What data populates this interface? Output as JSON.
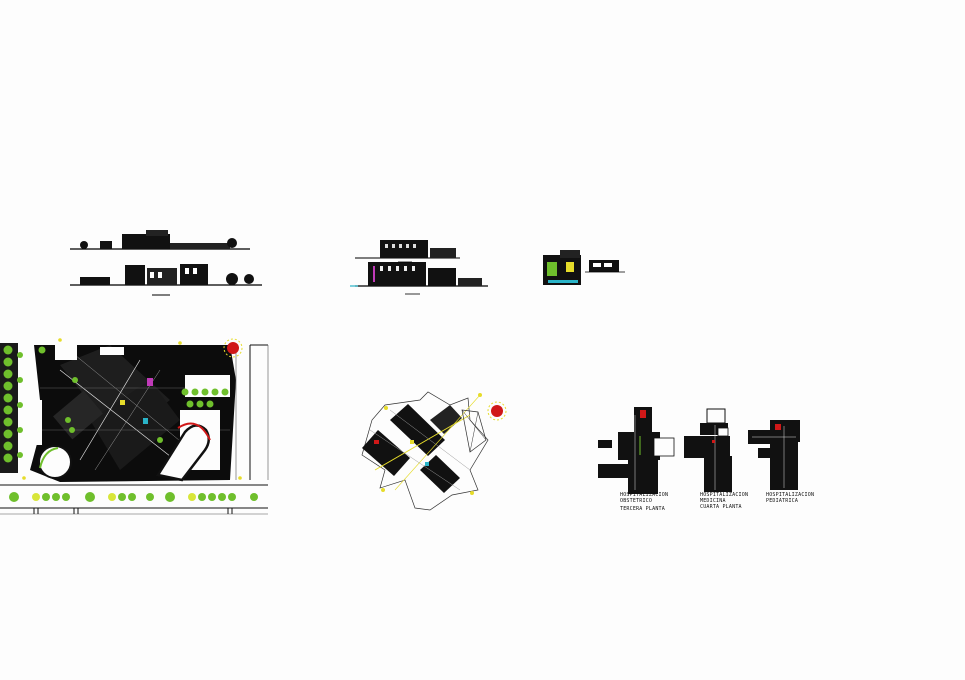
{
  "drawing": {
    "background": "#fdfdfd",
    "colors": {
      "black": "#000000",
      "tree_green": "#6fbf2c",
      "tree_yellow": "#d8e63a",
      "accent_red": "#d01818",
      "accent_yellow": "#e6dc2a",
      "accent_cyan": "#2ab4c8",
      "accent_magenta": "#c03ab8",
      "line_gray": "#555555"
    },
    "ward_labels": [
      {
        "title": "HOSPITALIZACION",
        "subtitle": "OBSTETRICO",
        "floor": "TERCERA PLANTA"
      },
      {
        "title": "HOSPITALIZACION",
        "subtitle": "MEDICINA",
        "floor": "CUARTA PLANTA"
      },
      {
        "title": "HOSPITALIZACION",
        "subtitle": "PEDIATRICA",
        "floor": ""
      }
    ]
  }
}
